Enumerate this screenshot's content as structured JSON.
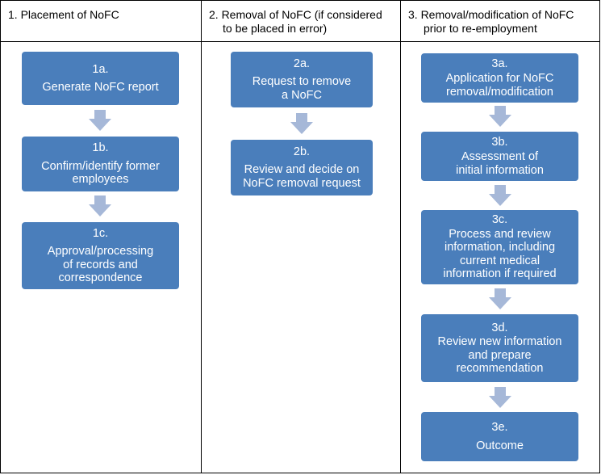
{
  "columns": [
    {
      "header": "1. Placement of NoFC",
      "steps": [
        {
          "id": "1a.",
          "text": "Generate NoFC report"
        },
        {
          "id": "1b.",
          "text": "Confirm/identify former\nemployees"
        },
        {
          "id": "1c.",
          "text": "Approval/processing\nof records and\ncorrespondence"
        }
      ]
    },
    {
      "header_line1": "2. Removal of NoFC (if considered",
      "header_line2": "to be placed in error)",
      "steps": [
        {
          "id": "2a.",
          "text": "Request to remove\na NoFC"
        },
        {
          "id": "2b.",
          "text": "Review and decide on\nNoFC removal request"
        }
      ]
    },
    {
      "header_line1": "3.  Removal/modification of NoFC",
      "header_line2": "prior to re-employment",
      "steps": [
        {
          "id": "3a.",
          "text": "Application for NoFC\nremoval/modification"
        },
        {
          "id": "3b.",
          "text": "Assessment of\ninitial information"
        },
        {
          "id": "3c.",
          "text": "Process and review\ninformation, including\ncurrent medical\ninformation if required"
        },
        {
          "id": "3d.",
          "text": "Review new information\nand prepare\nrecommendation"
        },
        {
          "id": "3e.",
          "text": "Outcome"
        }
      ]
    }
  ],
  "colors": {
    "box": "#4a7ebb",
    "arrow": "#a6b8d8"
  }
}
